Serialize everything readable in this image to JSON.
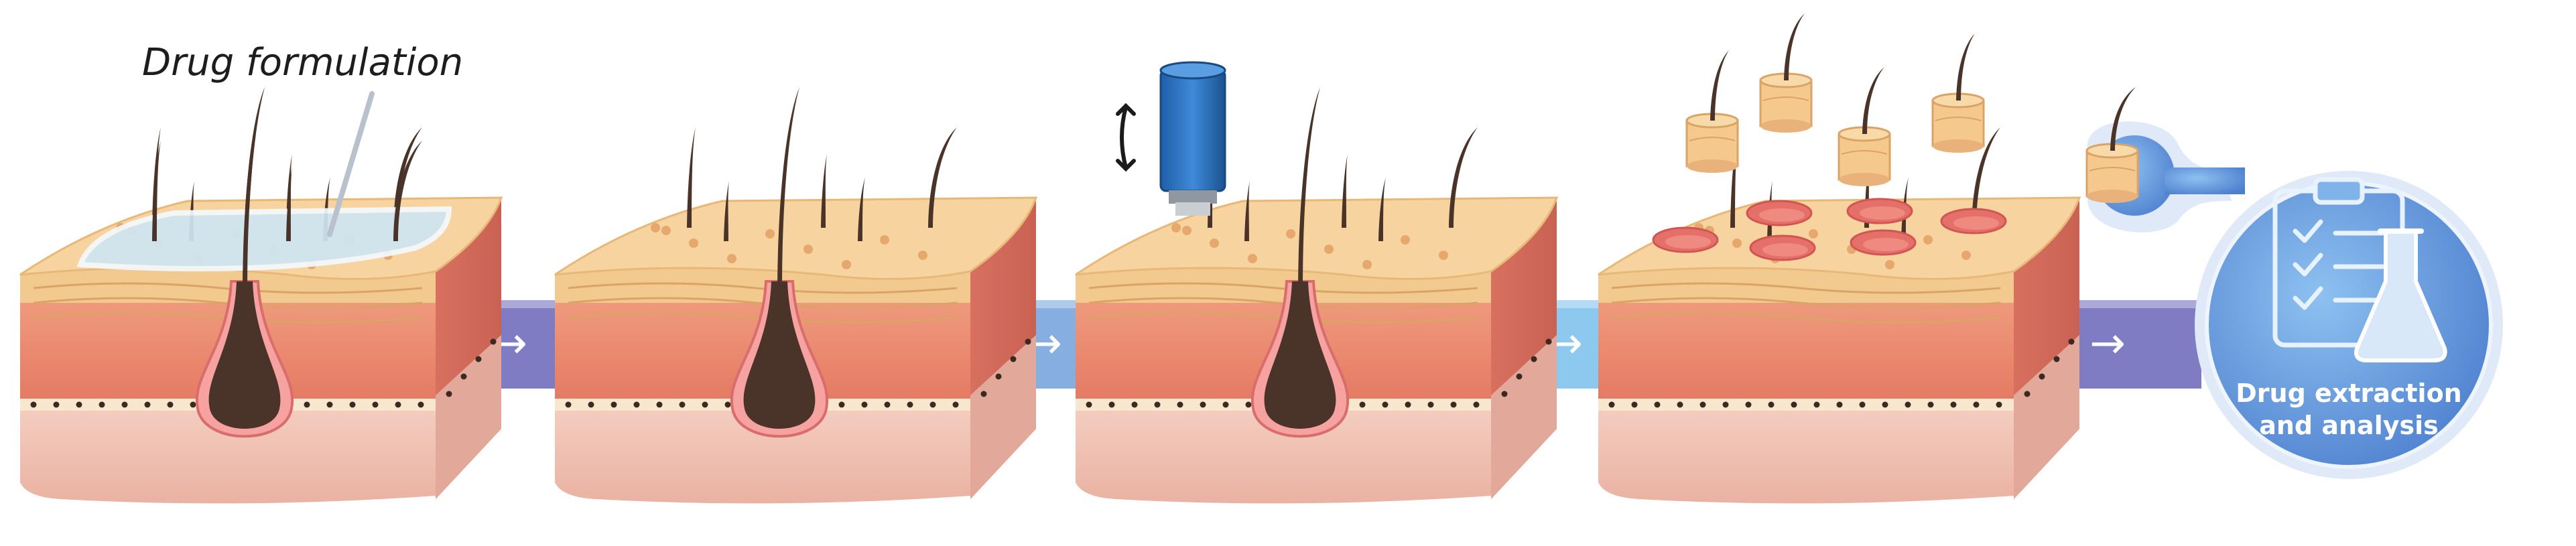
{
  "labels": {
    "drug_formulation": "Drug formulation",
    "extraction_line1": "Drug extraction",
    "extraction_line2": "and analysis"
  },
  "steps": [
    {
      "id": "application",
      "formulation": true,
      "biopsy": false,
      "holes": false
    },
    {
      "id": "incubation",
      "formulation": false,
      "biopsy": false,
      "holes": false
    },
    {
      "id": "punch-biopsy",
      "formulation": false,
      "biopsy": true,
      "holes": false
    },
    {
      "id": "biopsy-removed",
      "formulation": false,
      "biopsy": false,
      "holes": true
    }
  ],
  "connectors": [
    {
      "color": "#7f7cc4",
      "arrow": "→"
    },
    {
      "color": "#86aee0",
      "arrow": "→"
    },
    {
      "color": "#8dc8ee",
      "arrow": "→"
    },
    {
      "color": "#7f7cc4",
      "arrow": "→"
    }
  ],
  "icons": [
    "clipboard-checklist-icon",
    "flask-icon",
    "punch-tool-icon",
    "vertical-arrow-icon",
    "right-arrow-icon"
  ],
  "colors": {
    "epidermis": "#f2c98e",
    "dermis": "#e9886f",
    "subcutis": "#f1c2b4",
    "hair": "#4a3328",
    "formulation": "#cfe6f2",
    "circle": "#5b8fd6",
    "biopsy_core": "#f5c98d"
  }
}
